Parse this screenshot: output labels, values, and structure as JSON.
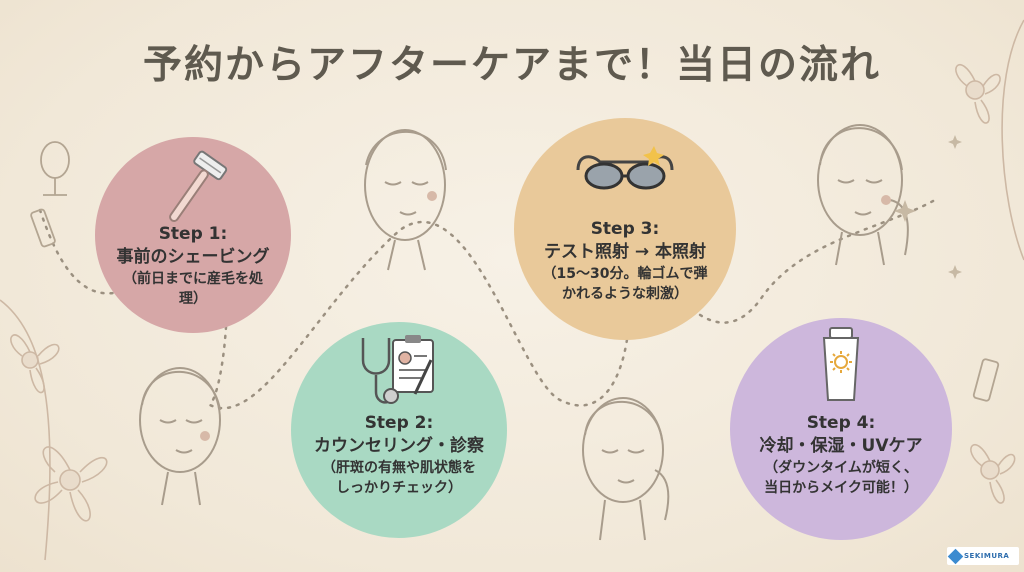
{
  "title": "予約からアフターケアまで！当日の流れ",
  "steps": [
    {
      "label": "Step 1:",
      "name": "事前のシェービング",
      "note": "（前日までに産毛を処理）",
      "icon": "razor-icon",
      "color": "#d6a7a7"
    },
    {
      "label": "Step 2:",
      "name": "カウンセリング・診察",
      "note": "（肝斑の有無や肌状態をしっかりチェック）",
      "icon": "stethoscope-clipboard-icon",
      "color": "#a9d9c3"
    },
    {
      "label": "Step 3:",
      "name": "テスト照射 → 本照射",
      "note": "（15～30分。輪ゴムで弾かれるような刺激）",
      "icon": "goggles-icon",
      "color": "#e9c99a"
    },
    {
      "label": "Step 4:",
      "name": "冷却・保湿・UVケア",
      "note": "（ダウンタイムが短く、当日からメイク可能！）",
      "icon": "sunscreen-icon",
      "color": "#cdb7dc"
    }
  ],
  "logo": {
    "text": "SEKIMURA"
  },
  "colors": {
    "background": "#f3ecdf",
    "title": "#5f5a4f",
    "line": "#9b9080"
  }
}
